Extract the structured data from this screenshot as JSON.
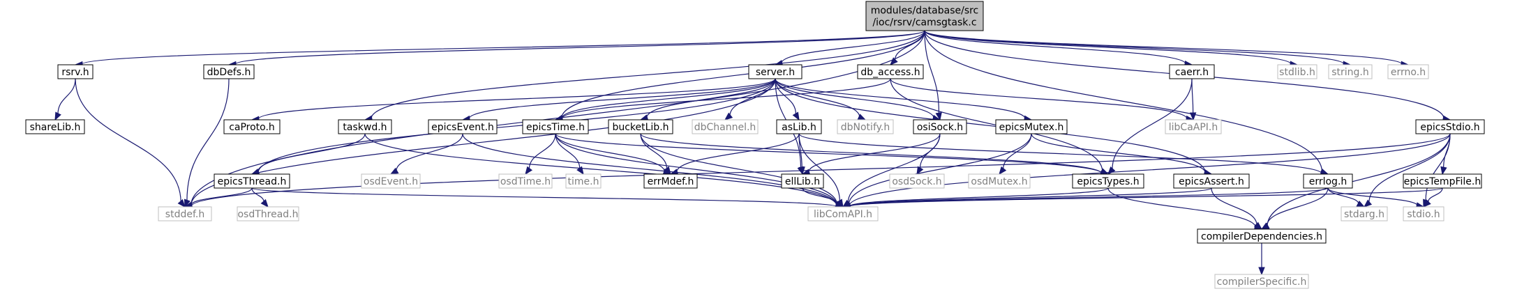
{
  "colors": {
    "edge": "#191970",
    "root_fill": "#bfbfbf",
    "border_dark": "#000000",
    "border_light": "#bfbfbf",
    "text_dark": "#000000",
    "text_light": "#808080"
  },
  "nodes": {
    "root": {
      "lines": [
        "modules/database/src",
        "/ioc/rsrv/camsgtask.c"
      ],
      "style": "root"
    },
    "rsrv": {
      "lines": [
        "rsrv.h"
      ],
      "style": "dark"
    },
    "dbDefs": {
      "lines": [
        "dbDefs.h"
      ],
      "style": "dark"
    },
    "server": {
      "lines": [
        "server.h"
      ],
      "style": "dark"
    },
    "dbAccess": {
      "lines": [
        "db_access.h"
      ],
      "style": "dark"
    },
    "caerr": {
      "lines": [
        "caerr.h"
      ],
      "style": "dark"
    },
    "stdlib": {
      "lines": [
        "stdlib.h"
      ],
      "style": "light"
    },
    "string": {
      "lines": [
        "string.h"
      ],
      "style": "light"
    },
    "errno": {
      "lines": [
        "errno.h"
      ],
      "style": "light"
    },
    "shareLib": {
      "lines": [
        "shareLib.h"
      ],
      "style": "dark"
    },
    "caProto": {
      "lines": [
        "caProto.h"
      ],
      "style": "dark"
    },
    "taskwd": {
      "lines": [
        "taskwd.h"
      ],
      "style": "dark"
    },
    "epicsEvent": {
      "lines": [
        "epicsEvent.h"
      ],
      "style": "dark"
    },
    "epicsTime": {
      "lines": [
        "epicsTime.h"
      ],
      "style": "dark"
    },
    "bucketLib": {
      "lines": [
        "bucketLib.h"
      ],
      "style": "dark"
    },
    "dbChannel": {
      "lines": [
        "dbChannel.h"
      ],
      "style": "light"
    },
    "asLib": {
      "lines": [
        "asLib.h"
      ],
      "style": "dark"
    },
    "dbNotify": {
      "lines": [
        "dbNotify.h"
      ],
      "style": "light"
    },
    "osiSock": {
      "lines": [
        "osiSock.h"
      ],
      "style": "dark"
    },
    "epicsMutex": {
      "lines": [
        "epicsMutex.h"
      ],
      "style": "dark"
    },
    "libCaAPI": {
      "lines": [
        "libCaAPI.h"
      ],
      "style": "light"
    },
    "epicsStdio": {
      "lines": [
        "epicsStdio.h"
      ],
      "style": "dark"
    },
    "epicsThread": {
      "lines": [
        "epicsThread.h"
      ],
      "style": "dark"
    },
    "osdEvent": {
      "lines": [
        "osdEvent.h"
      ],
      "style": "light"
    },
    "osdTime": {
      "lines": [
        "osdTime.h"
      ],
      "style": "light"
    },
    "time": {
      "lines": [
        "time.h"
      ],
      "style": "light"
    },
    "errMdef": {
      "lines": [
        "errMdef.h"
      ],
      "style": "dark"
    },
    "ellLib": {
      "lines": [
        "ellLib.h"
      ],
      "style": "dark"
    },
    "osdSock": {
      "lines": [
        "osdSock.h"
      ],
      "style": "light"
    },
    "osdMutex": {
      "lines": [
        "osdMutex.h"
      ],
      "style": "light"
    },
    "epicsTypes": {
      "lines": [
        "epicsTypes.h"
      ],
      "style": "dark"
    },
    "epicsAssert": {
      "lines": [
        "epicsAssert.h"
      ],
      "style": "dark"
    },
    "errlog": {
      "lines": [
        "errlog.h"
      ],
      "style": "dark"
    },
    "epicsTempFile": {
      "lines": [
        "epicsTempFile.h"
      ],
      "style": "dark"
    },
    "stddef": {
      "lines": [
        "stddef.h"
      ],
      "style": "light"
    },
    "osdThread": {
      "lines": [
        "osdThread.h"
      ],
      "style": "light"
    },
    "libComAPI": {
      "lines": [
        "libComAPI.h"
      ],
      "style": "light"
    },
    "compilerDependencies": {
      "lines": [
        "compilerDependencies.h"
      ],
      "style": "dark"
    },
    "stdarg": {
      "lines": [
        "stdarg.h"
      ],
      "style": "light"
    },
    "stdio": {
      "lines": [
        "stdio.h"
      ],
      "style": "light"
    },
    "compilerSpecific": {
      "lines": [
        "compilerSpecific.h"
      ],
      "style": "light"
    }
  },
  "edges": [
    [
      "root",
      "rsrv"
    ],
    [
      "root",
      "dbDefs"
    ],
    [
      "root",
      "server"
    ],
    [
      "root",
      "dbAccess"
    ],
    [
      "root",
      "caerr"
    ],
    [
      "root",
      "stdlib"
    ],
    [
      "root",
      "string"
    ],
    [
      "root",
      "errno"
    ],
    [
      "root",
      "stddef"
    ],
    [
      "root",
      "taskwd"
    ],
    [
      "root",
      "epicsTime"
    ],
    [
      "root",
      "osiSock"
    ],
    [
      "root",
      "errlog"
    ],
    [
      "root",
      "epicsStdio"
    ],
    [
      "rsrv",
      "shareLib"
    ],
    [
      "rsrv",
      "stddef"
    ],
    [
      "dbDefs",
      "stddef"
    ],
    [
      "server",
      "caProto"
    ],
    [
      "server",
      "epicsEvent"
    ],
    [
      "server",
      "epicsTime"
    ],
    [
      "server",
      "bucketLib"
    ],
    [
      "server",
      "dbChannel"
    ],
    [
      "server",
      "asLib"
    ],
    [
      "server",
      "dbNotify"
    ],
    [
      "server",
      "osiSock"
    ],
    [
      "server",
      "epicsMutex"
    ],
    [
      "server",
      "epicsThread"
    ],
    [
      "server",
      "stddef"
    ],
    [
      "server",
      "ellLib"
    ],
    [
      "server",
      "epicsAssert"
    ],
    [
      "dbAccess",
      "epicsTime"
    ],
    [
      "dbAccess",
      "libCaAPI"
    ],
    [
      "dbAccess",
      "epicsTypes"
    ],
    [
      "caerr",
      "libCaAPI"
    ],
    [
      "caerr",
      "epicsTypes"
    ],
    [
      "taskwd",
      "epicsThread"
    ],
    [
      "taskwd",
      "libComAPI"
    ],
    [
      "epicsEvent",
      "osdEvent"
    ],
    [
      "epicsEvent",
      "libComAPI"
    ],
    [
      "epicsTime",
      "osdTime"
    ],
    [
      "epicsTime",
      "time"
    ],
    [
      "epicsTime",
      "errMdef"
    ],
    [
      "epicsTime",
      "epicsTypes"
    ],
    [
      "epicsTime",
      "libComAPI"
    ],
    [
      "bucketLib",
      "errMdef"
    ],
    [
      "bucketLib",
      "epicsTypes"
    ],
    [
      "bucketLib",
      "libComAPI"
    ],
    [
      "asLib",
      "errMdef"
    ],
    [
      "asLib",
      "ellLib"
    ],
    [
      "asLib",
      "errlog"
    ],
    [
      "asLib",
      "libComAPI"
    ],
    [
      "osiSock",
      "osdSock"
    ],
    [
      "osiSock",
      "ellLib"
    ],
    [
      "osiSock",
      "libComAPI"
    ],
    [
      "epicsMutex",
      "osdMutex"
    ],
    [
      "epicsMutex",
      "epicsAssert"
    ],
    [
      "epicsMutex",
      "libComAPI"
    ],
    [
      "epicsStdio",
      "epicsTempFile"
    ],
    [
      "epicsStdio",
      "stddef"
    ],
    [
      "epicsStdio",
      "compilerDependencies"
    ],
    [
      "epicsStdio",
      "stdarg"
    ],
    [
      "epicsStdio",
      "stdio"
    ],
    [
      "epicsStdio",
      "libComAPI"
    ],
    [
      "epicsThread",
      "stddef"
    ],
    [
      "epicsThread",
      "osdThread"
    ],
    [
      "epicsThread",
      "libComAPI"
    ],
    [
      "ellLib",
      "libComAPI"
    ],
    [
      "epicsTypes",
      "libComAPI"
    ],
    [
      "epicsTypes",
      "compilerDependencies"
    ],
    [
      "epicsAssert",
      "libComAPI"
    ],
    [
      "epicsAssert",
      "compilerDependencies"
    ],
    [
      "errlog",
      "libComAPI"
    ],
    [
      "errlog",
      "compilerDependencies"
    ],
    [
      "errlog",
      "stdarg"
    ],
    [
      "errlog",
      "stdio"
    ],
    [
      "epicsTempFile",
      "stdio"
    ],
    [
      "epicsTempFile",
      "libComAPI"
    ],
    [
      "compilerDependencies",
      "compilerSpecific"
    ]
  ]
}
